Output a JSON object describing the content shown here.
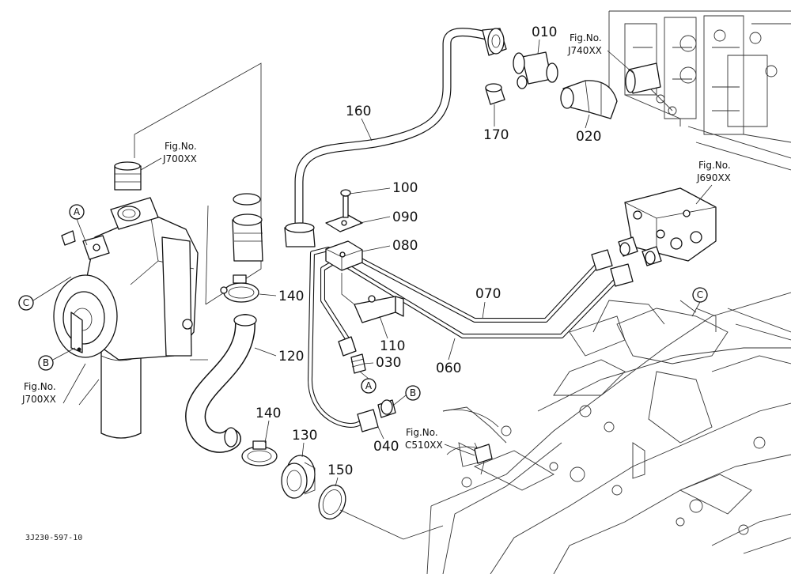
{
  "drawing_code": "3J230-597-10",
  "part_labels": {
    "p010": "010",
    "p020": "020",
    "p030": "030",
    "p040": "040",
    "p060": "060",
    "p070": "070",
    "p080": "080",
    "p090": "090",
    "p100": "100",
    "p110": "110",
    "p120": "120",
    "p130": "130",
    "p140a": "140",
    "p140b": "140",
    "p150": "150",
    "p160": "160",
    "p170": "170"
  },
  "fig_refs": {
    "j740": {
      "line1": "Fig.No.",
      "line2": "J740XX"
    },
    "j690": {
      "line1": "Fig.No.",
      "line2": "J690XX"
    },
    "j700_top": {
      "line1": "Fig.No.",
      "line2": "J700XX"
    },
    "j700_bottom": {
      "line1": "Fig.No.",
      "line2": "J700XX"
    },
    "c510": {
      "line1": "Fig.No.",
      "line2": "C510XX"
    }
  },
  "connection_markers": {
    "a_pump": "A",
    "b_pump": "B",
    "c_pump": "C",
    "a_hose": "A",
    "b_hose": "B",
    "c_trans": "C"
  }
}
